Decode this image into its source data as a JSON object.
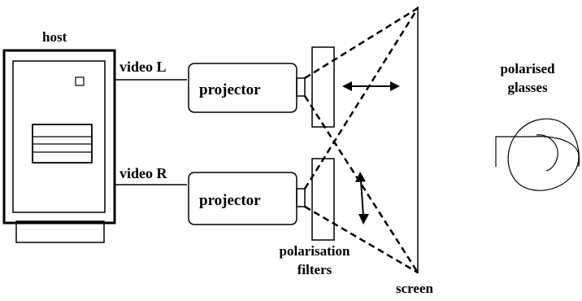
{
  "diagram": {
    "host_label": "host",
    "video_left_label": "video L",
    "video_right_label": "video R",
    "projector_top_label": "projector",
    "projector_bottom_label": "projector",
    "filters_label_line1": "polarisation",
    "filters_label_line2": "filters",
    "screen_label": "screen",
    "glasses_label_line1": "polarised",
    "glasses_label_line2": "glasses"
  },
  "colors": {
    "stroke": "#000000",
    "background": "#ffffff"
  }
}
